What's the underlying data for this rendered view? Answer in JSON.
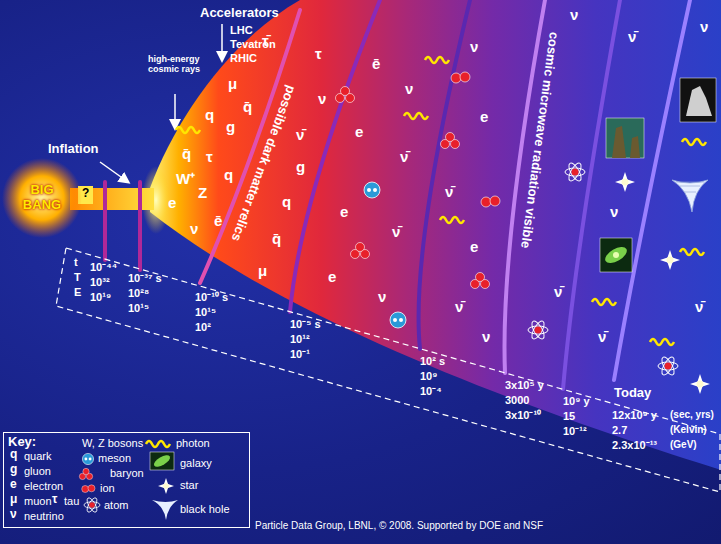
{
  "diagram": {
    "caption": "Particle Data Group, LBNL, © 2008. Supported by DOE and NSF",
    "nodes": [
      {
        "text": [
          "BIG BANG"
        ]
      },
      {
        "text": [
          "Key:"
        ]
      }
    ],
    "labels": [
      "?",
      "Inflation",
      "Accelerators",
      "LHC",
      "Tevatron",
      "RHIC",
      "high-energy cosmic rays",
      "possible dark matter relics",
      "cosmic microwave radiation visible",
      "t",
      "T",
      "E",
      "10⁻⁴⁴",
      "10³²",
      "10¹⁹",
      "10⁻³⁷ s",
      "10²⁸",
      "10¹⁵",
      "10⁻¹⁰ s",
      "10¹⁵",
      "10²",
      "10⁻⁵ s",
      "10¹²",
      "10⁻¹",
      "10² s",
      "10⁹",
      "10⁻⁴",
      "3x10⁵ y",
      "3000",
      "3x10⁻¹⁰",
      "10⁹ y",
      "15",
      "10⁻¹²",
      "Today",
      "12x10⁹ y",
      "2.7",
      "2.3x10⁻¹³",
      "(sec, yrs)",
      "(Kelvin)",
      "(GeV)",
      "q̄",
      "q",
      "μ",
      "g",
      "W⁺",
      "τ",
      "e",
      "Z",
      "q",
      "ν",
      "ē",
      "q̄",
      "τ̄",
      "τ",
      "ν",
      "ν̄",
      "g",
      "q",
      "q̄",
      "μ",
      "ē",
      "ν",
      "e",
      "ν̄",
      "e",
      "ν̄",
      "e",
      "ν",
      "ν",
      "e",
      "ν̄",
      "e",
      "ν̄",
      "ν",
      "ν",
      "ν̄",
      "ν̄",
      "ν",
      "ν̄",
      "ν̄",
      "ν",
      "q",
      "g",
      "e",
      "μ",
      "τ",
      "ν"
    ],
    "legend": [
      {
        "text": "quark"
      },
      {
        "text": "gluon"
      },
      {
        "text": "electron"
      },
      {
        "text": "muon"
      },
      {
        "text": "tau"
      },
      {
        "text": "neutrino"
      },
      {
        "text": "W, Z bosons"
      },
      {
        "text": "meson"
      },
      {
        "text": "baryon"
      },
      {
        "text": "ion"
      },
      {
        "text": "atom"
      },
      {
        "text": "photon"
      },
      {
        "text": "galaxy"
      },
      {
        "text": "star"
      },
      {
        "text": "black hole"
      }
    ]
  }
}
